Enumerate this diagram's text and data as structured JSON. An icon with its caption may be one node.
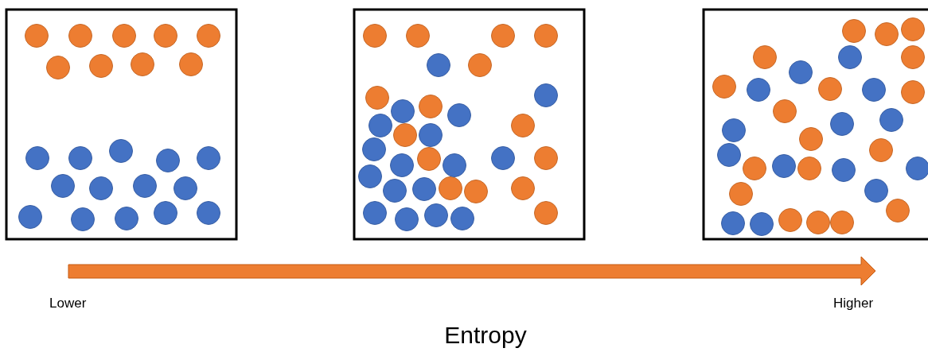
{
  "diagram": {
    "labels": [
      "Lower",
      "Higher",
      "Entropy"
    ]
  }
}
